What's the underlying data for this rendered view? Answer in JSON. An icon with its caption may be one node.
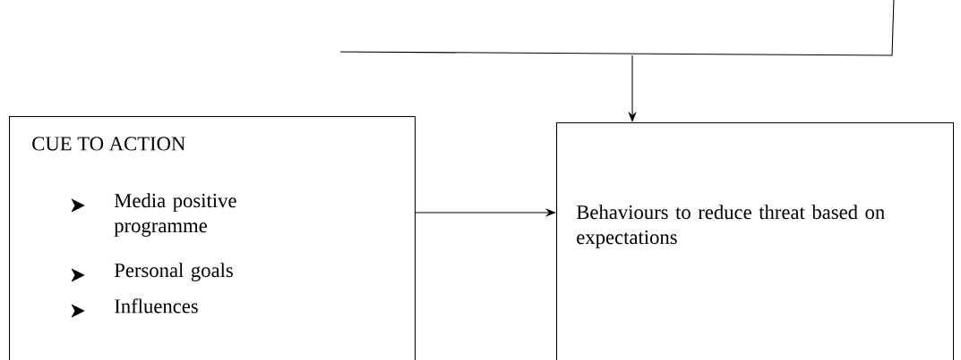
{
  "diagram": {
    "nodes": [
      {
        "text": [
          "CUE TO ACTION",
          "Media positive programme",
          "Personal goals",
          "Influences"
        ]
      },
      {
        "text": [
          "Behaviours to reduce threat based on expectations"
        ]
      }
    ],
    "edges": [
      {
        "from": 0,
        "to": 1,
        "arrow": "to"
      },
      {
        "from": null,
        "to": 1,
        "arrow": "to"
      }
    ]
  }
}
